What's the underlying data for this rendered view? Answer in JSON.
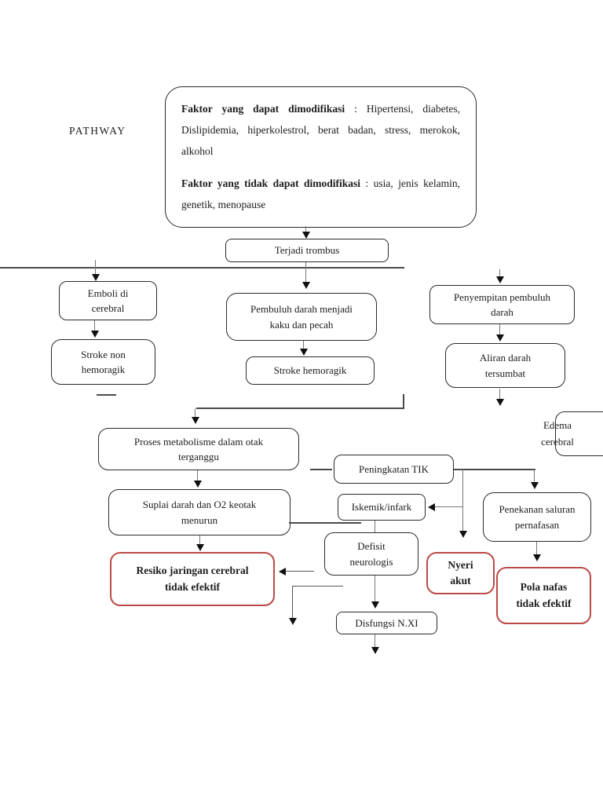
{
  "page": {
    "label": "PATHWAY"
  },
  "colors": {
    "diagnosis_red": "#bb4a47",
    "box_border": "#2a2a2a",
    "line": "#4a4a4a",
    "text": "#1c1c1c"
  },
  "nodes": {
    "faktor": {
      "p1_bold": "Faktor yang dapat dimodifikasi",
      "p1_rest": " : Hipertensi, diabetes, Dislipidemia, hiperkolestrol, berat badan, stress, merokok, alkohol",
      "p2_bold": "Faktor yang tidak dapat dimodifikasi",
      "p2_rest": " : usia, jenis kelamin, genetik, menopause"
    },
    "terjadi_trombus": {
      "lines": [
        "Terjadi trombus"
      ]
    },
    "emboli_cerebral": {
      "lines": [
        "Emboli di",
        "cerebral"
      ]
    },
    "stroke_non_hemoragik": {
      "lines": [
        "Stroke non",
        "hemoragik"
      ]
    },
    "pembuluh_darah": {
      "lines": [
        "Pembuluh darah menjadi",
        "kaku dan pecah"
      ]
    },
    "stroke_hemoragik": {
      "lines": [
        "Stroke hemoragik"
      ]
    },
    "penyempitan_pembuluh": {
      "lines": [
        "Penyempitan pembuluh",
        "darah"
      ]
    },
    "aliran_darah": {
      "lines": [
        "Aliran darah",
        "tersumbat"
      ]
    },
    "edema_cerebral": {
      "lines": [
        "Edema",
        "cerebral"
      ]
    },
    "proses_metabolisme": {
      "lines": [
        "Proses metabolisme  dalam otak",
        "terganggu"
      ]
    },
    "peningkatan_tik": {
      "lines": [
        "Peningkatan TIK"
      ]
    },
    "iskemik_infark": {
      "lines": [
        "Iskemik/infark"
      ]
    },
    "suplai_darah": {
      "lines": [
        "Suplai darah dan O2 keotak",
        "menurun"
      ]
    },
    "resiko_jaringan": {
      "lines": [
        "Resiko jaringan cerebral",
        "tidak efektif"
      ]
    },
    "defisit_neurologis": {
      "lines": [
        "Defisit",
        "neurologis"
      ]
    },
    "nyeri_akut": {
      "lines": [
        "Nyeri",
        "akut"
      ]
    },
    "penekanan_saluran": {
      "lines": [
        "Penekanan saluran",
        "pernafasan"
      ]
    },
    "pola_nafas": {
      "lines": [
        "Pola nafas",
        "tidak efektif"
      ]
    },
    "disfungsi_nxi": {
      "lines": [
        "Disfungsi N.XI"
      ]
    }
  }
}
